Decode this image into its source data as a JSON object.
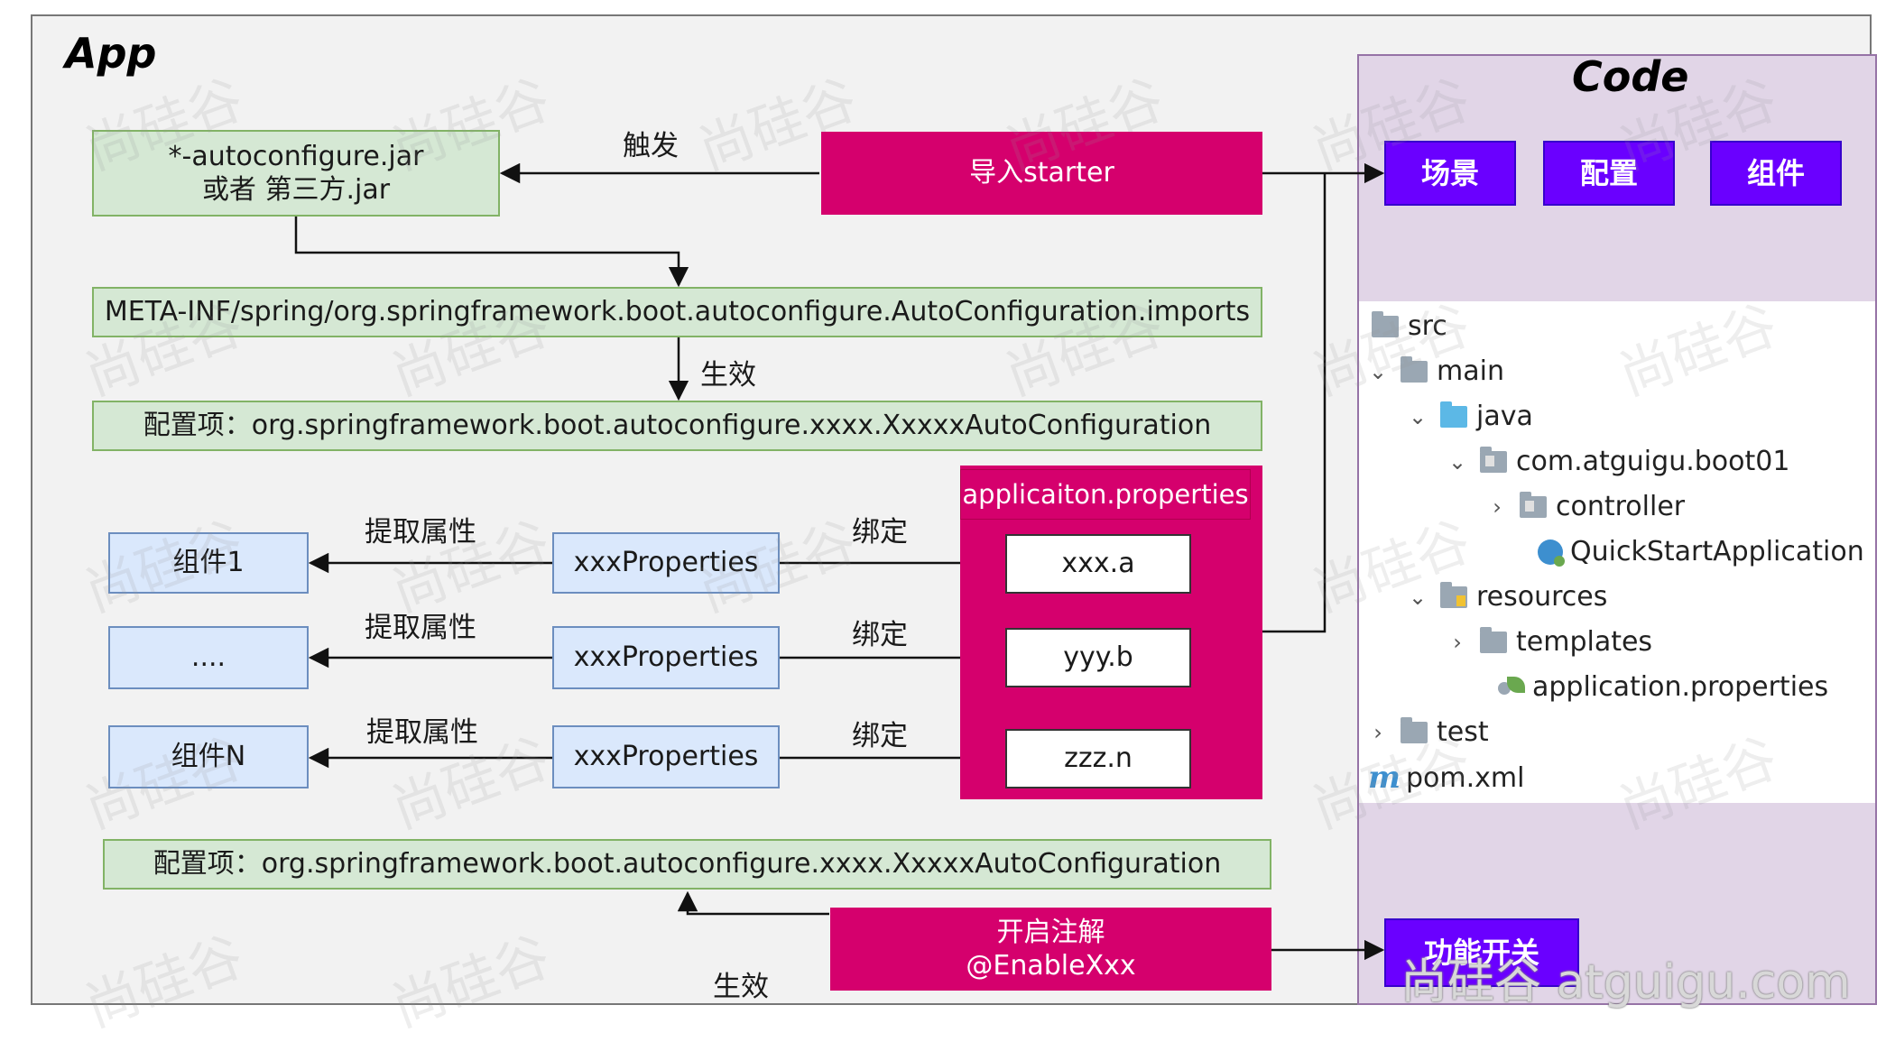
{
  "app_title": "App",
  "code_title": "Code",
  "autoconfigure_jar": {
    "line1": "*-autoconfigure.jar",
    "line2": "或者  第三方.jar"
  },
  "trigger_label": "触发",
  "import_starter": "导入starter",
  "code_buttons": [
    "场景",
    "配置",
    "组件"
  ],
  "meta_inf": "META-INF/spring/org.springframework.boot.autoconfigure.AutoConfiguration.imports",
  "effect_label": "生效",
  "config_item": "配置项：org.springframework.boot.autoconfigure.xxxx.XxxxxAutoConfiguration",
  "props_header": "applicaiton.properties",
  "rows": [
    {
      "component": "组件1",
      "extract": "提取属性",
      "properties": "xxxProperties",
      "bind": "绑定",
      "value": "xxx.a"
    },
    {
      "component": "....",
      "extract": "提取属性",
      "properties": "xxxProperties",
      "bind": "绑定",
      "value": "yyy.b"
    },
    {
      "component": "组件N",
      "extract": "提取属性",
      "properties": "xxxProperties",
      "bind": "绑定",
      "value": "zzz.n"
    }
  ],
  "config_item_bottom": "配置项：org.springframework.boot.autoconfigure.xxxx.XxxxxAutoConfiguration",
  "enable_annotation": {
    "line1": "开启注解",
    "line2": "@EnableXxx"
  },
  "effect_label_bottom": "生效",
  "feature_switch": "功能开关",
  "tree": {
    "src": "src",
    "main": "main",
    "java": "java",
    "package": "com.atguigu.boot01",
    "controller": "controller",
    "app_class": "QuickStartApplication",
    "resources": "resources",
    "templates": "templates",
    "app_props": "application.properties",
    "test": "test",
    "pom": "pom.xml",
    "m_letter": "m"
  },
  "watermark": "尚硅谷",
  "watermark_footer": "尚硅谷 atguigu.com",
  "colors": {
    "magenta": "#d5006d",
    "green_fill": "#d5e8d4",
    "blue_fill": "#dae8fc",
    "purple_panel": "#e1d5e7",
    "purple_button": "#6a00ff"
  }
}
